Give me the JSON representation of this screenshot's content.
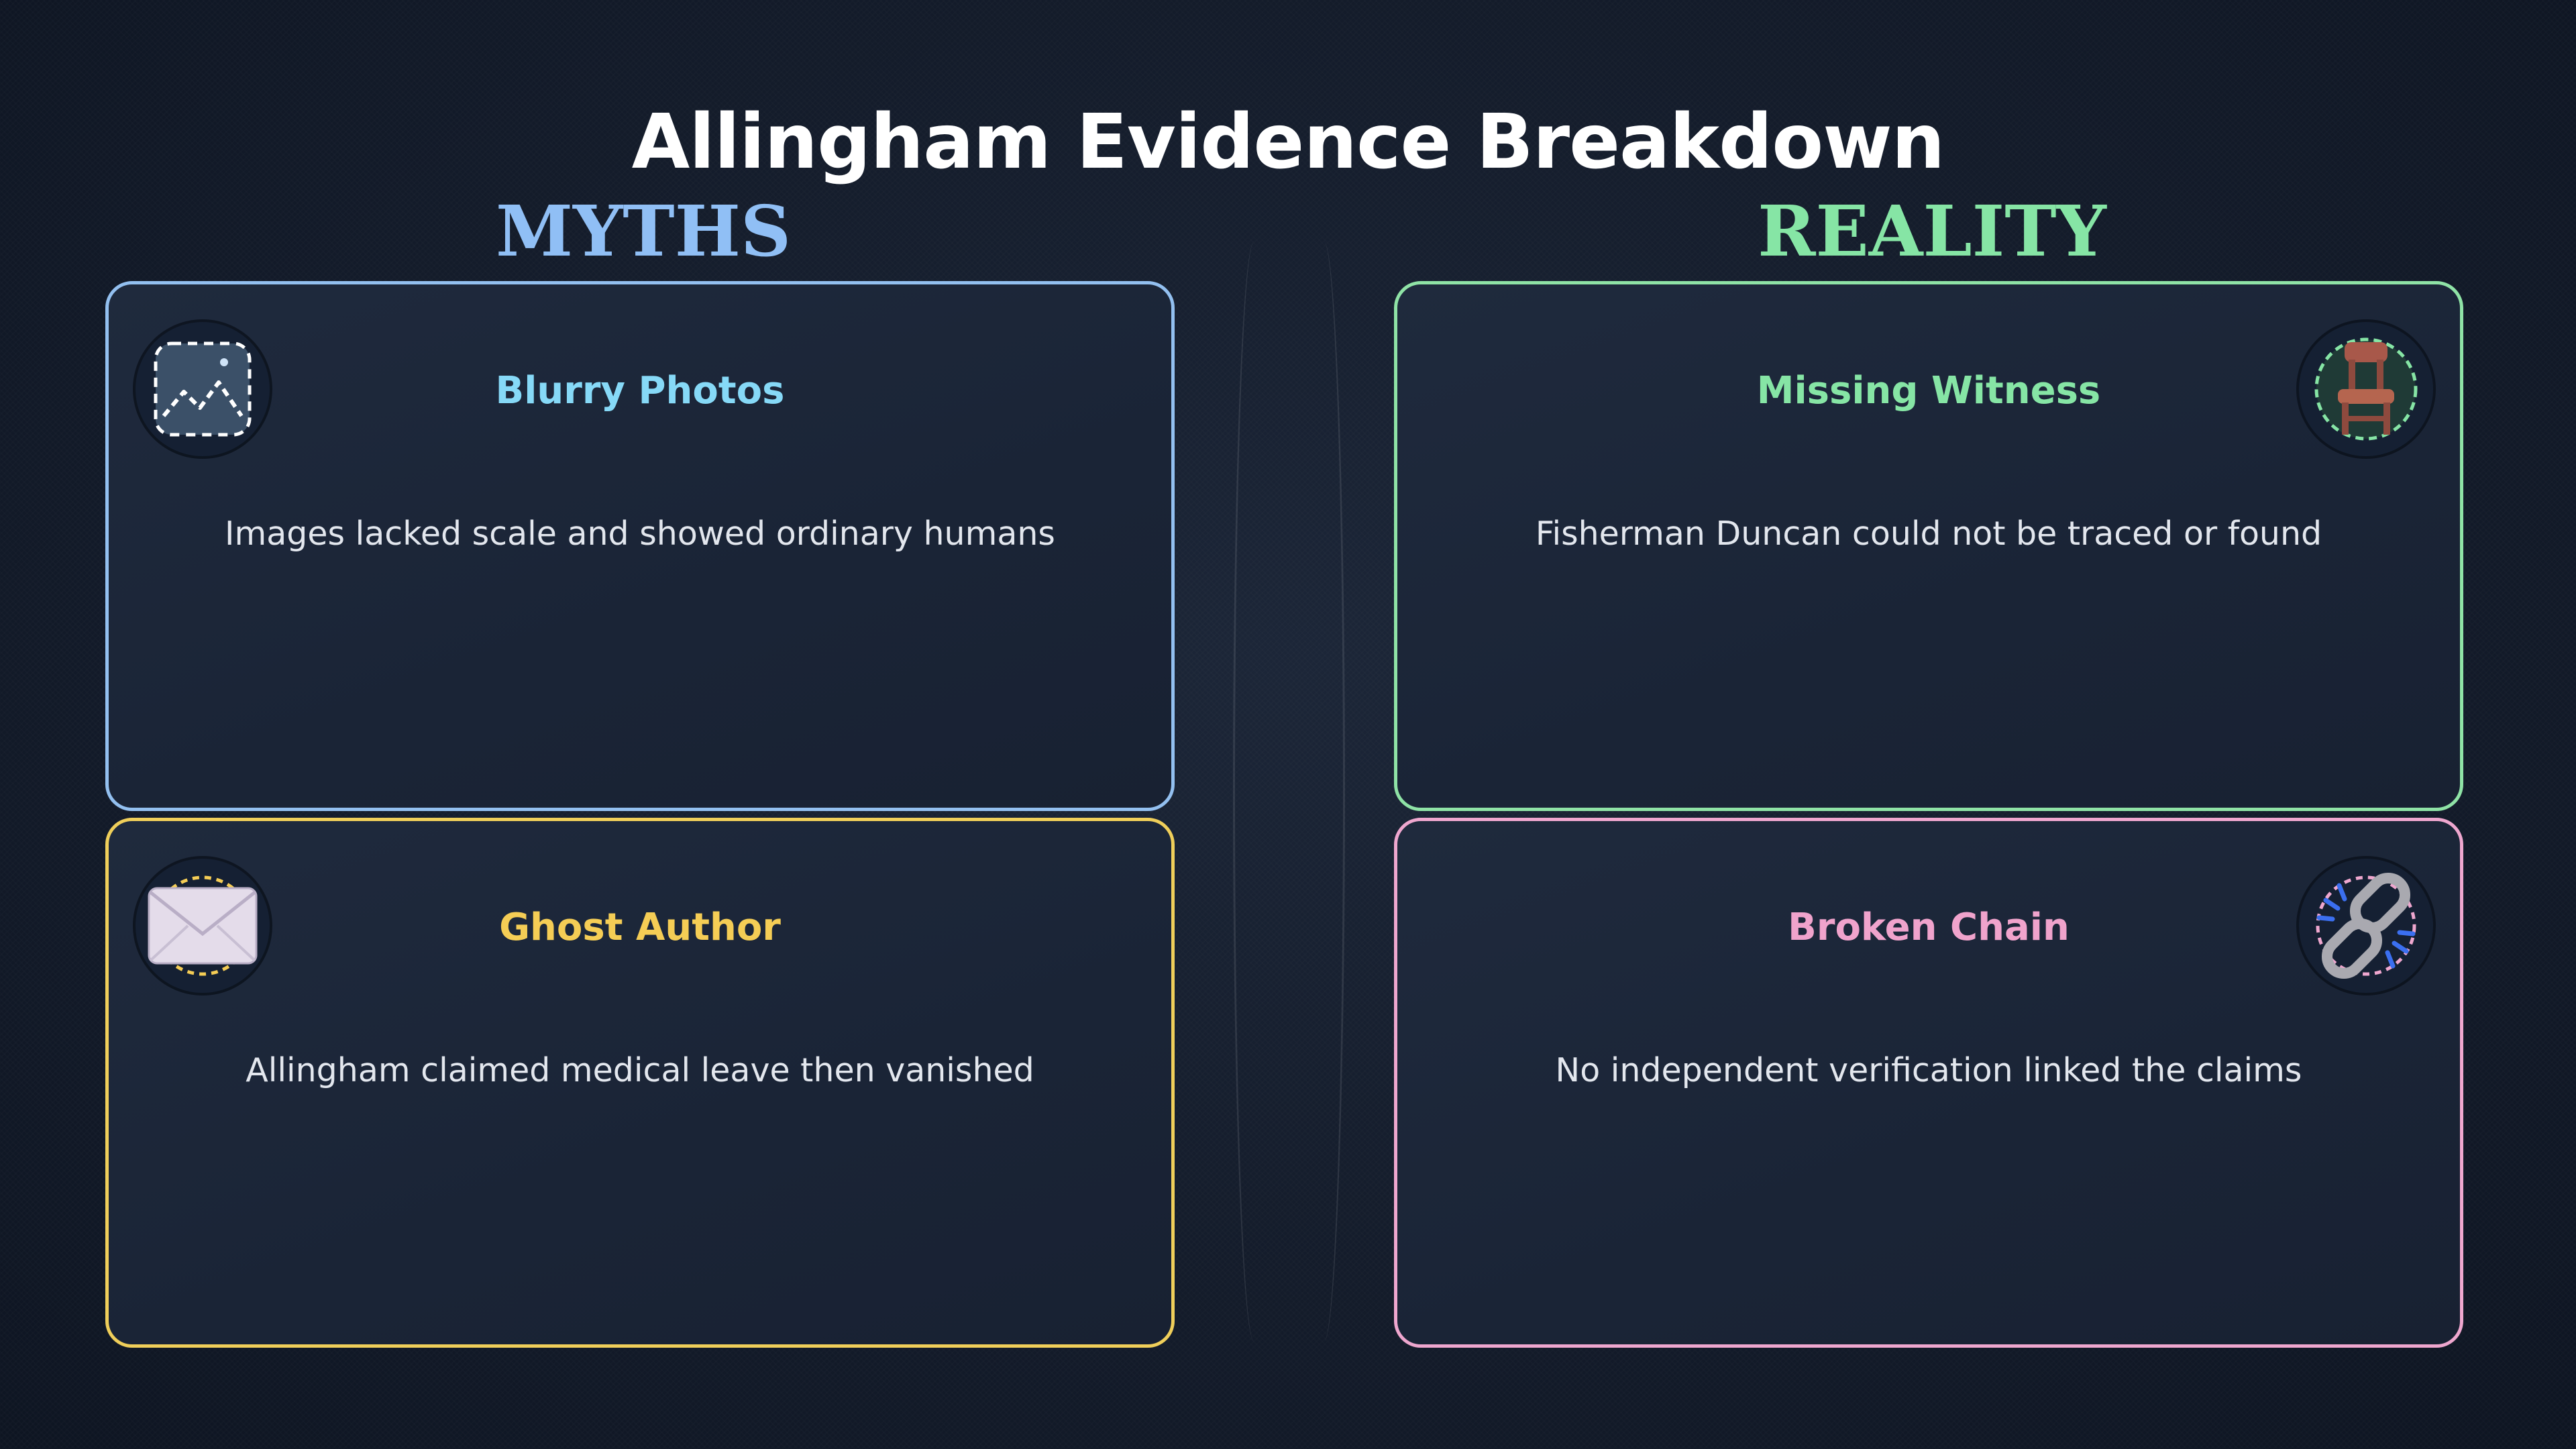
{
  "title": "Allingham Evidence Breakdown",
  "columns": {
    "myths": {
      "label": "MYTHS",
      "color": "#90bff5"
    },
    "reality": {
      "label": "REALITY",
      "color": "#86e5a5"
    }
  },
  "cards": [
    {
      "title": "Blurry Photos",
      "description": "Images lacked scale and showed ordinary humans",
      "title_color": "#86d9f7",
      "border_color": "#93c0f0",
      "icon": "photo-icon"
    },
    {
      "title": "Missing Witness",
      "description": "Fisherman Duncan could not be traced or found",
      "title_color": "#86e5a5",
      "border_color": "#8fe3a6",
      "icon": "chair-icon"
    },
    {
      "title": "Ghost Author",
      "description": "Allingham claimed medical leave then vanished",
      "title_color": "#f5cd55",
      "border_color": "#f0cf5a",
      "icon": "envelope-icon"
    },
    {
      "title": "Broken Chain",
      "description": "No independent verification linked the claims",
      "title_color": "#f0a3cc",
      "border_color": "#efa7cf",
      "icon": "broken-link-icon"
    }
  ]
}
